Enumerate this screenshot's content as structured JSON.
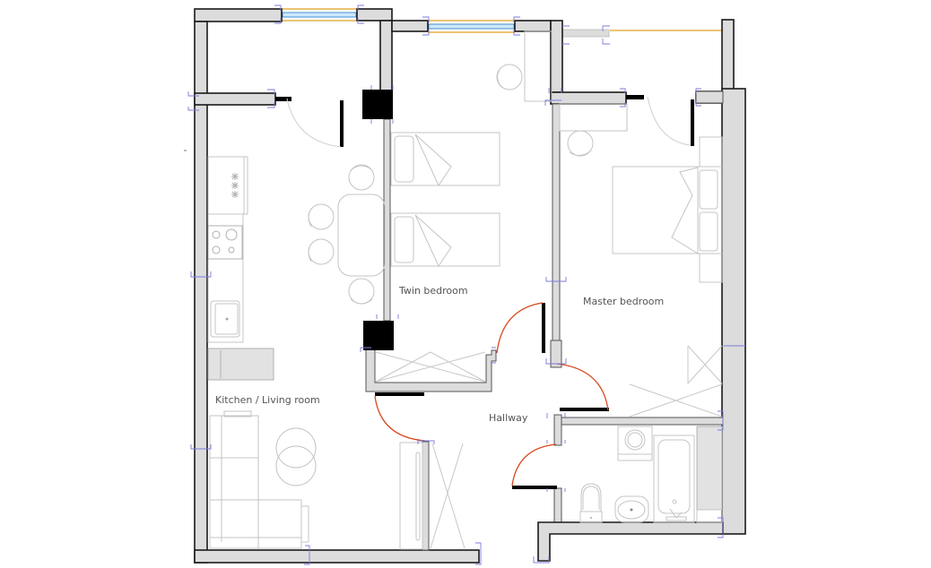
{
  "drawing": {
    "type": "apartment-floor-plan",
    "rooms": [
      {
        "id": "kitchen-living",
        "label": "Kitchen / Living room"
      },
      {
        "id": "bedroom-twin",
        "label": "Twin bedroom"
      },
      {
        "id": "bedroom-master",
        "label": "Master bedroom"
      },
      {
        "id": "hallway",
        "label": "Hallway"
      },
      {
        "id": "bathroom"
      },
      {
        "id": "wardrobe-hall"
      }
    ],
    "furniture": {
      "kitchen": [
        "oven-unit",
        "gas-hob",
        "sink",
        "fridge-counter"
      ],
      "dining": [
        "dining-table",
        "chair",
        "chair",
        "chair",
        "chair"
      ],
      "living": [
        "corner-sofa",
        "round-coffee-table",
        "round-side-table"
      ],
      "twin_bedroom": [
        "single-bed",
        "single-bed",
        "desk",
        "desk-chair",
        "closet"
      ],
      "master_bedroom": [
        "double-bed",
        "nightstand",
        "nightstand",
        "desk",
        "desk-chair",
        "closet"
      ],
      "bathroom": [
        "washing-machine",
        "bathtub",
        "washbasin",
        "toilet"
      ],
      "hallway": [
        "wardrobe"
      ]
    },
    "colors": {
      "wall_fill": "#dcdcdc",
      "wall_stroke": "#1a1a1a",
      "column": "#000000",
      "furniture_line": "#c4c4c4",
      "door_swing": "#d9481f",
      "window_glass": "#cfe8fb",
      "window_frame": "#e0a020",
      "dimension_marks": "#7b7bdc"
    }
  }
}
